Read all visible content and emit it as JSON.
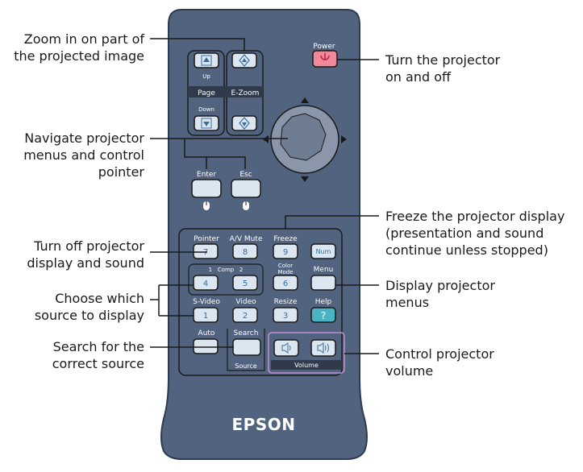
{
  "callouts": {
    "zoom": "Zoom in on part of\nthe projected image",
    "navigate": "Navigate projector\nmenus and control\npointer",
    "turn_off": "Turn off projector\ndisplay and sound",
    "choose_source": "Choose which\nsource to display",
    "search_source": "Search for the\ncorrect source",
    "power": "Turn the projector\non and off",
    "freeze": "Freeze the projector display\n(presentation and sound\ncontinue unless stopped)",
    "menus": "Display projector\nmenus",
    "volume": "Control projector\nvolume"
  },
  "remote": {
    "power_label": "Power",
    "up_label": "Up",
    "page_label": "Page",
    "ezoom_label": "E-Zoom",
    "down_label": "Down",
    "enter_label": "Enter",
    "esc_label": "Esc",
    "pointer_label": "Pointer",
    "avmute_label": "A/V Mute",
    "freeze_label": "Freeze",
    "num_label": "Num",
    "comp_label": "1   Comp   2",
    "colormode_label_1": "Color",
    "colormode_label_2": "Mode",
    "menu_label": "Menu",
    "svideo_label": "S-Video",
    "video_label": "Video",
    "resize_label": "Resize",
    "help_label": "Help",
    "auto_label": "Auto",
    "search_label": "Search",
    "source_label": "Source",
    "volume_label": "Volume",
    "key_7": "7",
    "key_8": "8",
    "key_9": "9",
    "key_4": "4",
    "key_5": "5",
    "key_6": "6",
    "key_1": "1",
    "key_2": "2",
    "key_3": "3",
    "key_help": "?",
    "brand": "EPSON"
  },
  "colors": {
    "body": "#51637f",
    "body_edge": "#2e3a4e",
    "key_face": "#dbe6f0",
    "key_text": "#3a6e9a",
    "power_key": "#f08a9a",
    "help_key": "#4ab4c4",
    "label_bar": "#2f3a4a",
    "leader": "#1a1a1a"
  }
}
